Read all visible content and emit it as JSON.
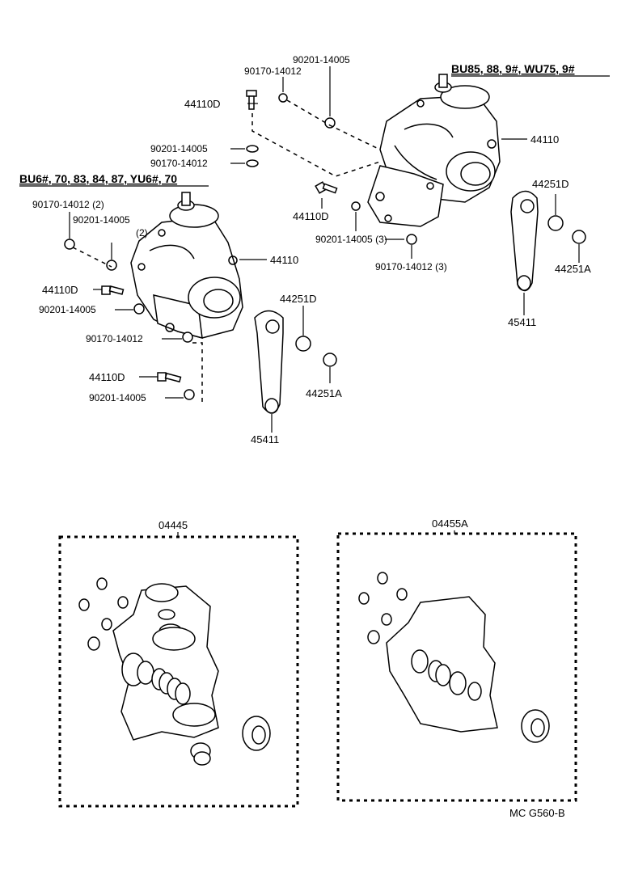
{
  "variants": {
    "right": "BU85, 88, 9#, WU75, 9#",
    "left": "BU6#, 70, 83, 84, 87, YU6#, 70"
  },
  "parts": {
    "r_nut_top": "90201-14005",
    "r_bolt_top": "90170-14012",
    "r_bolt_d_top": "44110D",
    "r_gear": "44110",
    "r_nut_mid": "90201-14005",
    "r_bolt_mid": "90170-14012",
    "r_bolt_d_mid": "44110D",
    "r_nut_low": "90201-14005 (3)",
    "r_bolt_low": "90170-14012 (3)",
    "r_nut_arm": "44251D",
    "r_washer_arm": "44251A",
    "r_arm": "45411",
    "l_bolt_top": "90170-14012 (2)",
    "l_nut_top": "90201-14005",
    "l_nut_top_qty": "(2)",
    "l_gear": "44110",
    "l_bolt_d_mid": "44110D",
    "l_nut_mid": "90201-14005",
    "l_bolt_low": "90170-14012",
    "l_bolt_d_low": "44110D",
    "l_nut_low": "90201-14005",
    "l_nut_arm": "44251D",
    "l_washer_arm": "44251A",
    "l_arm": "45411"
  },
  "kits": {
    "left": "04445",
    "right": "04455A"
  },
  "diagram_code": "MC G560-B"
}
